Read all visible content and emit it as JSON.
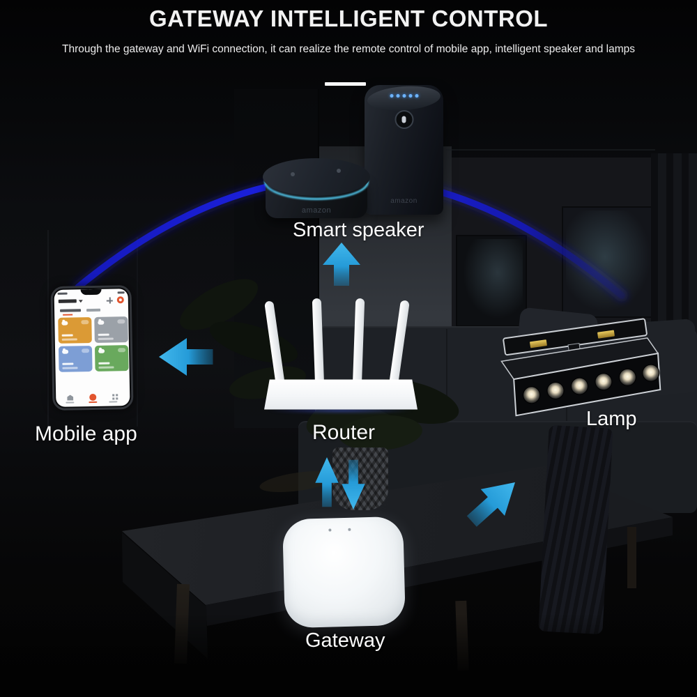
{
  "header": {
    "title": "GATEWAY INTELLIGENT CONTROL",
    "subtitle": "Through the gateway and WiFi connection, it can realize the remote control of mobile app, intelligent speaker and lamps"
  },
  "nodes": [
    {
      "id": "smart-speaker",
      "label": "Smart speaker"
    },
    {
      "id": "mobile-app",
      "label": "Mobile app"
    },
    {
      "id": "router",
      "label": "Router"
    },
    {
      "id": "lamp",
      "label": "Lamp"
    },
    {
      "id": "gateway",
      "label": "Gateway"
    }
  ],
  "speaker_brand": "amazon",
  "connections": [
    {
      "from": "mobile-app",
      "to": "smart-speaker",
      "style": "blue-arc"
    },
    {
      "from": "smart-speaker",
      "to": "lamp",
      "style": "blue-arc"
    },
    {
      "from": "router",
      "to": "smart-speaker",
      "style": "solid-arrow-up"
    },
    {
      "from": "router",
      "to": "mobile-app",
      "style": "solid-arrow-left"
    },
    {
      "from": "gateway",
      "to": "router",
      "style": "solid-arrows-up-down"
    },
    {
      "from": "gateway",
      "to": "lamp",
      "style": "solid-arrow-up-right"
    }
  ],
  "phone_screen": {
    "device_cards": [
      {
        "name": "orange-card",
        "color": "#DB9A35"
      },
      {
        "name": "gray-card",
        "color": "#9BA1A8"
      },
      {
        "name": "blue-card",
        "color": "#7D9ED5"
      },
      {
        "name": "green-card",
        "color": "#69A95D"
      }
    ]
  },
  "colors": {
    "arrow_blue": "#2BA5DE",
    "arc_blue": "#1B20D8",
    "led_blue": "#6DB4FF",
    "contact_gold": "#C9A43C",
    "title_text": "#F2F2F2",
    "background": "#050506"
  }
}
